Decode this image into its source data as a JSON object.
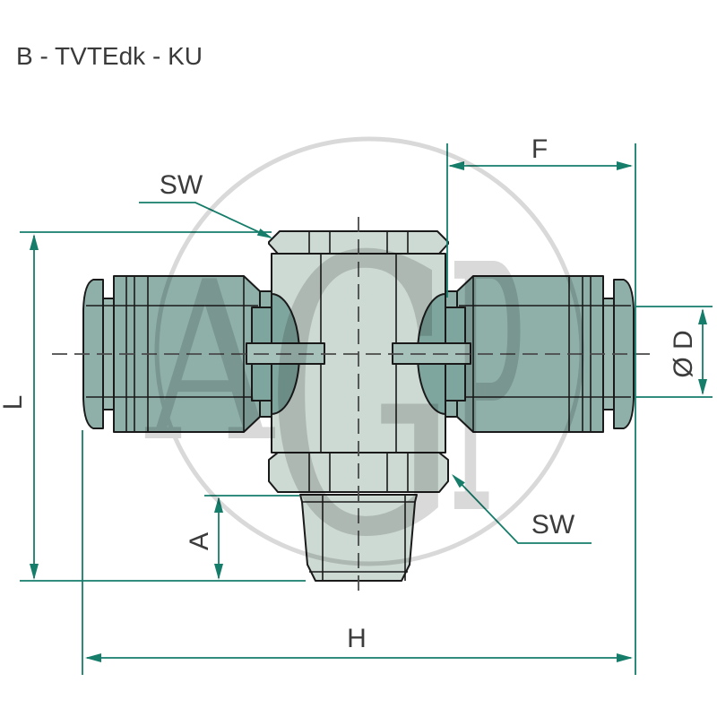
{
  "title": "B - TVTEdk - KU",
  "dimensions": {
    "f": "F",
    "l": "L",
    "a": "A",
    "h": "H",
    "diameter": "Ø D",
    "sw_top": "SW",
    "sw_bottom": "SW"
  },
  "watermark": {
    "letters": [
      "A",
      "G",
      "P"
    ],
    "circle_color": "#d9d9d9"
  },
  "colors": {
    "background": "#ffffff",
    "dimension_line": "#167d6b",
    "label_text": "#3c3c3c",
    "outline": "#1a1a1a",
    "body_light": "#cdd9d3",
    "sleeve_medium": "#8fb0a9",
    "groove_light": "#9bb8b1",
    "collet_dark": "#7ea69e",
    "tab": "#a6c1ba",
    "centerline": "#4a4a4a"
  }
}
